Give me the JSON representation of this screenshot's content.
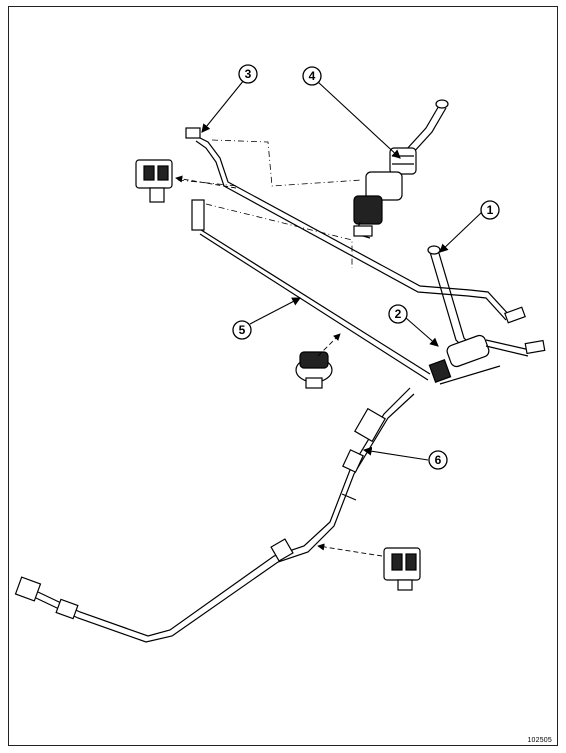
{
  "diagram": {
    "callouts": [
      {
        "id": "callout-1",
        "label": "1"
      },
      {
        "id": "callout-2",
        "label": "2"
      },
      {
        "id": "callout-3",
        "label": "3"
      },
      {
        "id": "callout-4",
        "label": "4"
      },
      {
        "id": "callout-5",
        "label": "5"
      },
      {
        "id": "callout-6",
        "label": "6"
      }
    ],
    "reference_code": "102505"
  }
}
